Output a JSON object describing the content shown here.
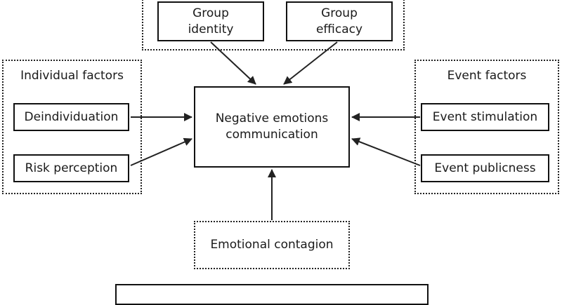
{
  "groups": {
    "individual": {
      "label": "Individual factors"
    },
    "event": {
      "label": "Event factors"
    }
  },
  "nodes": {
    "group_identity": {
      "line1": "Group",
      "line2": "identity"
    },
    "group_efficacy": {
      "line1": "Group",
      "line2": "efficacy"
    },
    "deindividuation": {
      "label": "Deindividuation"
    },
    "risk_perception": {
      "label": "Risk perception"
    },
    "center": {
      "line1": "Negative emotions",
      "line2": "communication"
    },
    "event_stimulation": {
      "label": "Event stimulation"
    },
    "event_publicness": {
      "label": "Event publicness"
    },
    "emotional_contagion": {
      "label": "Emotional contagion"
    }
  }
}
